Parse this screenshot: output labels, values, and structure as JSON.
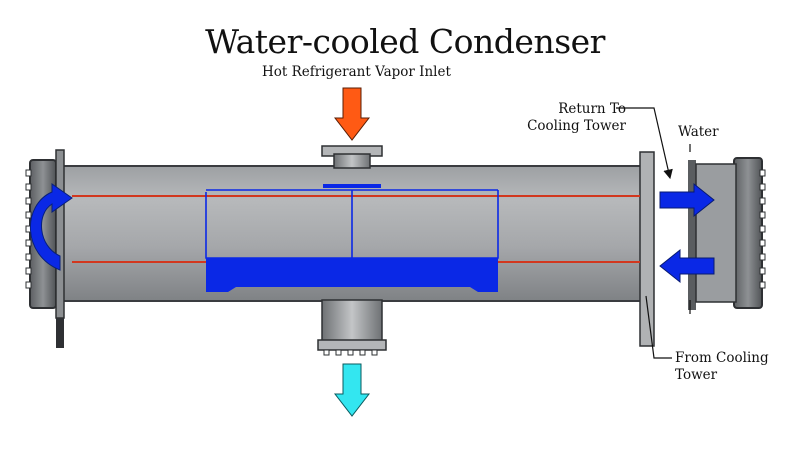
{
  "diagram": {
    "title": "Water-cooled Condenser",
    "labels": {
      "hot_vapor_inlet": "Hot Refrigerant Vapor Inlet",
      "return_to_tower_line1": "Return To",
      "return_to_tower_line2": "Cooling Tower",
      "water": "Water",
      "from_tower_line1": "From Cooling",
      "from_tower_line2": "Tower"
    },
    "colors": {
      "shell": "#a4a6a9",
      "vapor_arrow": "#ff5a14",
      "liquid_arrow": "#33e6f0",
      "water_arrow": "#0a28e6",
      "tube_line": "#d2371e",
      "outline": "#3a3c40"
    }
  }
}
